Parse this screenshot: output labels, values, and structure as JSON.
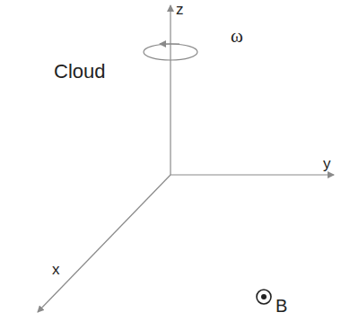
{
  "diagram": {
    "nodes": [
      {
        "text": [
          "Cloud"
        ]
      }
    ],
    "labels": [
      "z",
      "ω",
      "y",
      "x",
      "B"
    ]
  }
}
